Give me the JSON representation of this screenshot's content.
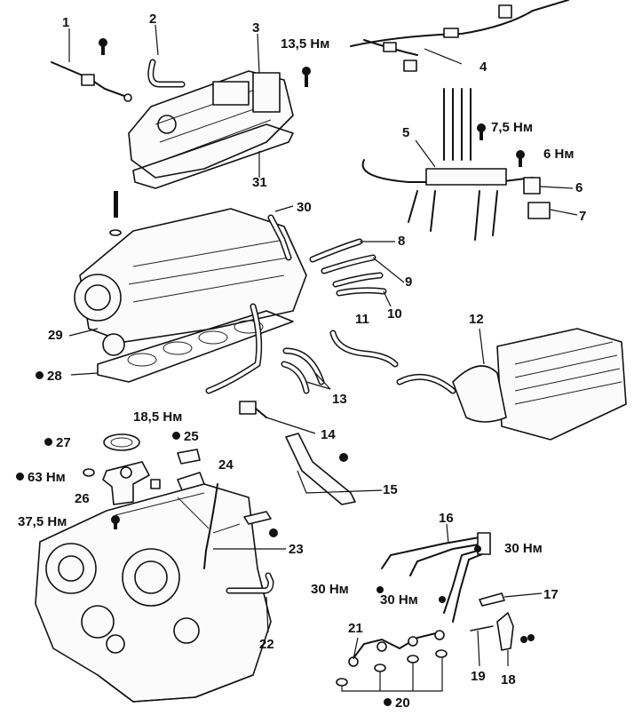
{
  "callouts": {
    "c1": "1",
    "c2": "2",
    "c3": "3",
    "c4": "4",
    "c5": "5",
    "c6": "6",
    "c7": "7",
    "c8": "8",
    "c9": "9",
    "c10": "10",
    "c11": "11",
    "c12": "12",
    "c13": "13",
    "c14": "14",
    "c15": "15",
    "c16": "16",
    "c17": "17",
    "c18": "18",
    "c19": "19",
    "c20": "20",
    "c21": "21",
    "c22": "22",
    "c23": "23",
    "c24": "24",
    "c25": "25",
    "c26": "26",
    "c27": "27",
    "c28": "28",
    "c29": "29",
    "c30": "30",
    "c31": "31"
  },
  "torques": {
    "t_13_5": "13,5 Нм",
    "t_7_5": "7,5 Нм",
    "t_6": "6 Нм",
    "t_18_5": "18,5 Нм",
    "t_63": "63 Нм",
    "t_37_5": "37,5 Нм",
    "t_30_right": "30 Нм",
    "t_30_left": "30 Нм",
    "t_30_mid": "30 Нм"
  },
  "marker": {
    "symbol": "●",
    "meaning_shown": "filled dot before part number"
  }
}
